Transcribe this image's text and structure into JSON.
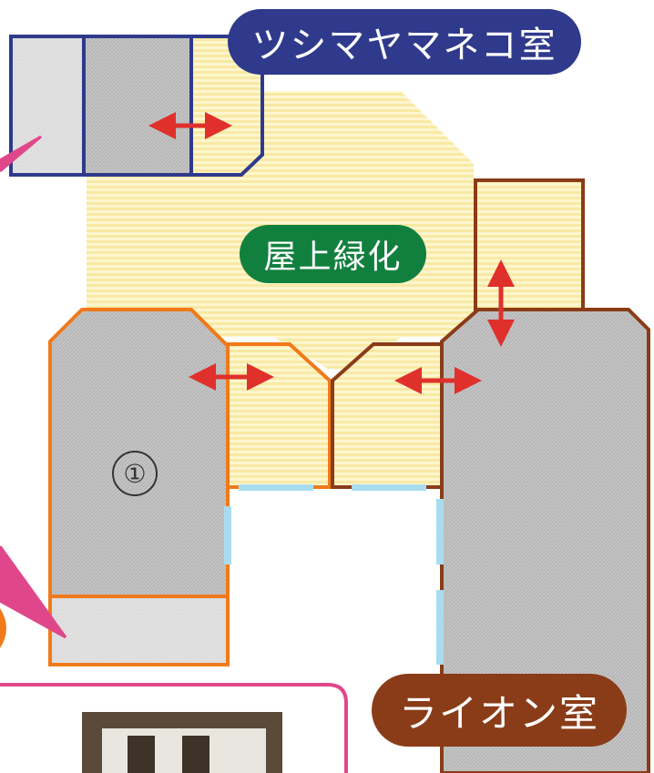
{
  "labels": {
    "top_room": "ツシマヤマネコ室",
    "roof_greening": "屋上緑化",
    "bottom_room": "ライオン室",
    "room_number": "①"
  },
  "colors": {
    "navy": "#2f3a8c",
    "green": "#11803e",
    "brown": "#8a3c18",
    "orange": "#f07a1a",
    "cream": "#fbf1b9",
    "room_gray": "#bdbdbd",
    "arrow_red": "#e0302c",
    "pink": "#e0478a",
    "glass_blue": "#a9dcef"
  }
}
